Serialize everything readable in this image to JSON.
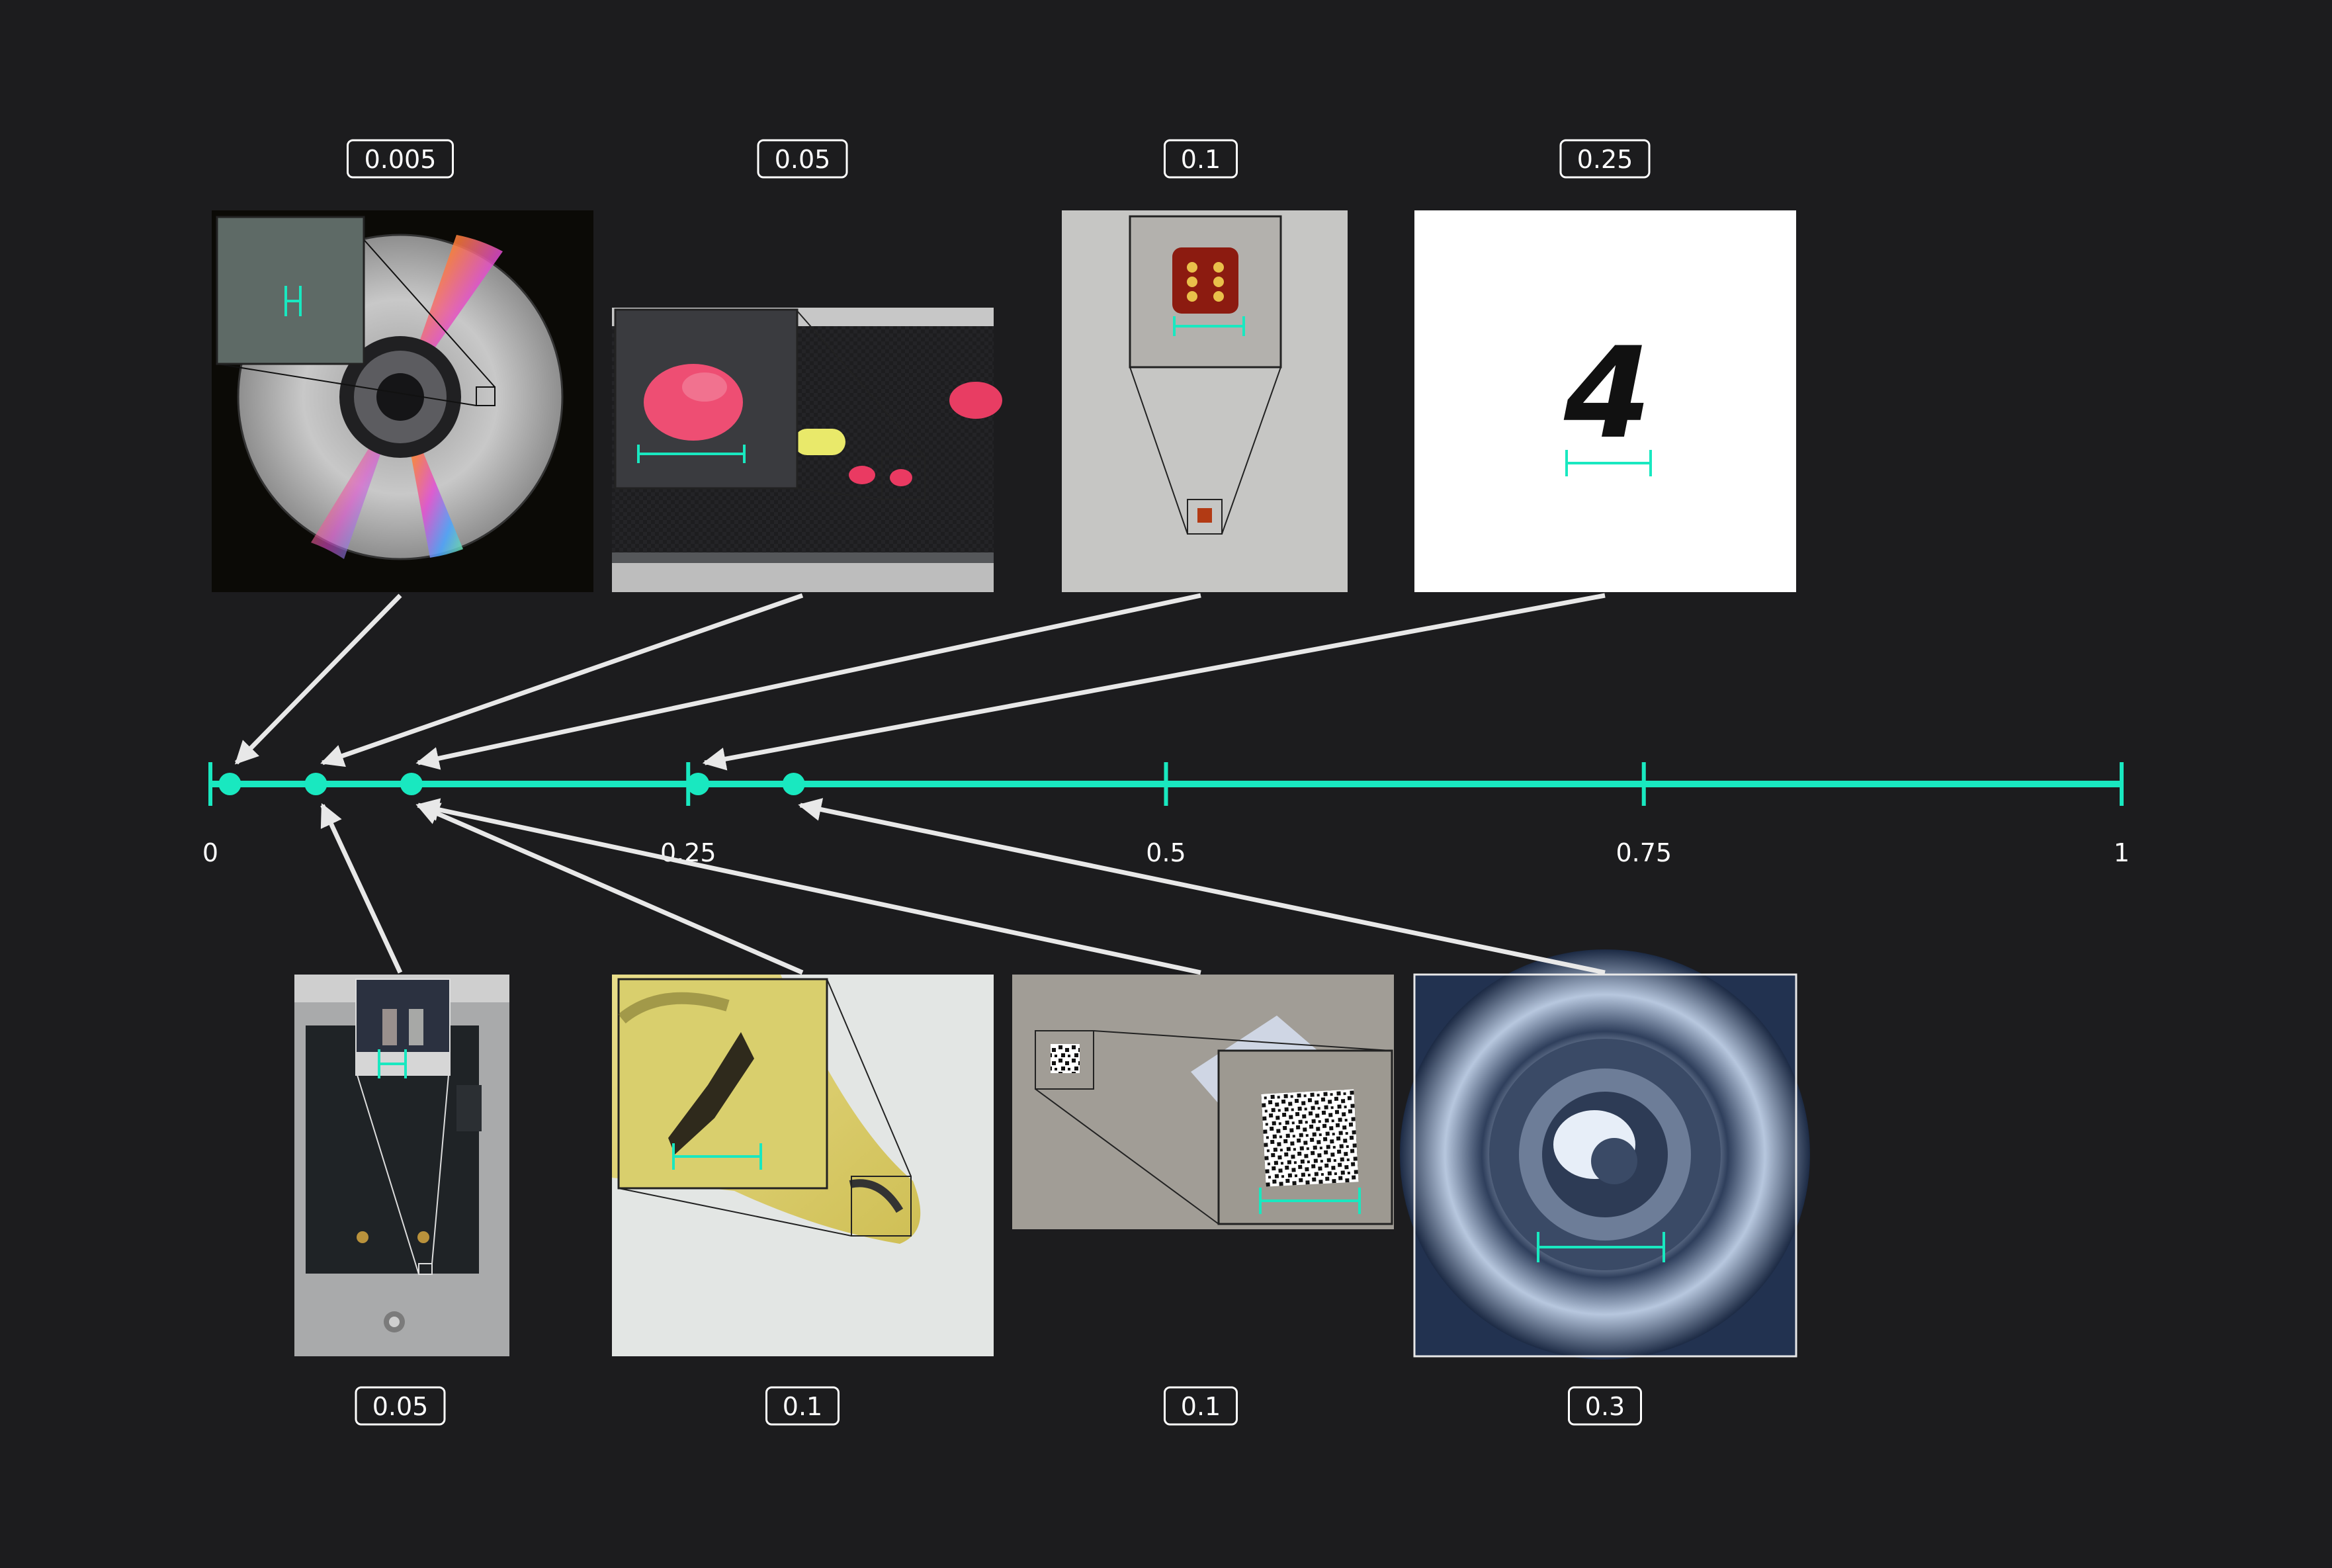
{
  "colors": {
    "background": "#1c1c1e",
    "accent": "#19e8c0",
    "arrow": "#e8e8e8",
    "label_text": "#ffffff",
    "thumb_border": "#202020"
  },
  "chart_data": {
    "type": "diagram",
    "axis": {
      "min": 0,
      "max": 1,
      "ticks": [
        0,
        0.25,
        0.5,
        0.75,
        1
      ],
      "tick_labels": [
        "0",
        "0.25",
        "0.5",
        "0.75",
        "1"
      ]
    },
    "markers": [
      0.005,
      0.05,
      0.1,
      0.25,
      0.3
    ],
    "top_images": [
      {
        "label": "0.005",
        "value": 0.005,
        "scene": "cd-disc"
      },
      {
        "label": "0.05",
        "value": 0.05,
        "scene": "conveyor-candies"
      },
      {
        "label": "0.1",
        "value": 0.1,
        "scene": "dice"
      },
      {
        "label": "0.25",
        "value": 0.25,
        "scene": "handwritten-digit"
      }
    ],
    "bottom_images": [
      {
        "label": "0.05",
        "value": 0.05,
        "scene": "circuit-board"
      },
      {
        "label": "0.1",
        "value": 0.1,
        "scene": "banana-chip"
      },
      {
        "label": "0.1",
        "value": 0.1,
        "scene": "qr-code"
      },
      {
        "label": "0.3",
        "value": 0.3,
        "scene": "metal-ring"
      }
    ],
    "digit_glyph": "4"
  }
}
